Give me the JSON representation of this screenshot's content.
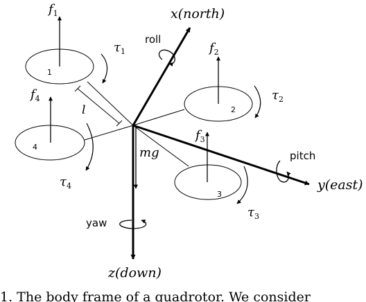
{
  "axes": {
    "x": "x(north)",
    "y": "y(east)",
    "z": "z(down)",
    "gravity": "mg"
  },
  "rotations": {
    "roll": "roll",
    "pitch": "pitch",
    "yaw": "yaw"
  },
  "rotors": [
    {
      "id": "1",
      "force": "f",
      "force_sub": "1",
      "torque": "τ",
      "torque_sub": "1"
    },
    {
      "id": "2",
      "force": "f",
      "force_sub": "2",
      "torque": "τ",
      "torque_sub": "2"
    },
    {
      "id": "3",
      "force": "f",
      "force_sub": "3",
      "torque": "τ",
      "torque_sub": "3"
    },
    {
      "id": "4",
      "force": "f",
      "force_sub": "4",
      "torque": "τ",
      "torque_sub": "4"
    }
  ],
  "arm_length_label": "l",
  "caption": "1. The body frame of a quadrotor. We consider"
}
